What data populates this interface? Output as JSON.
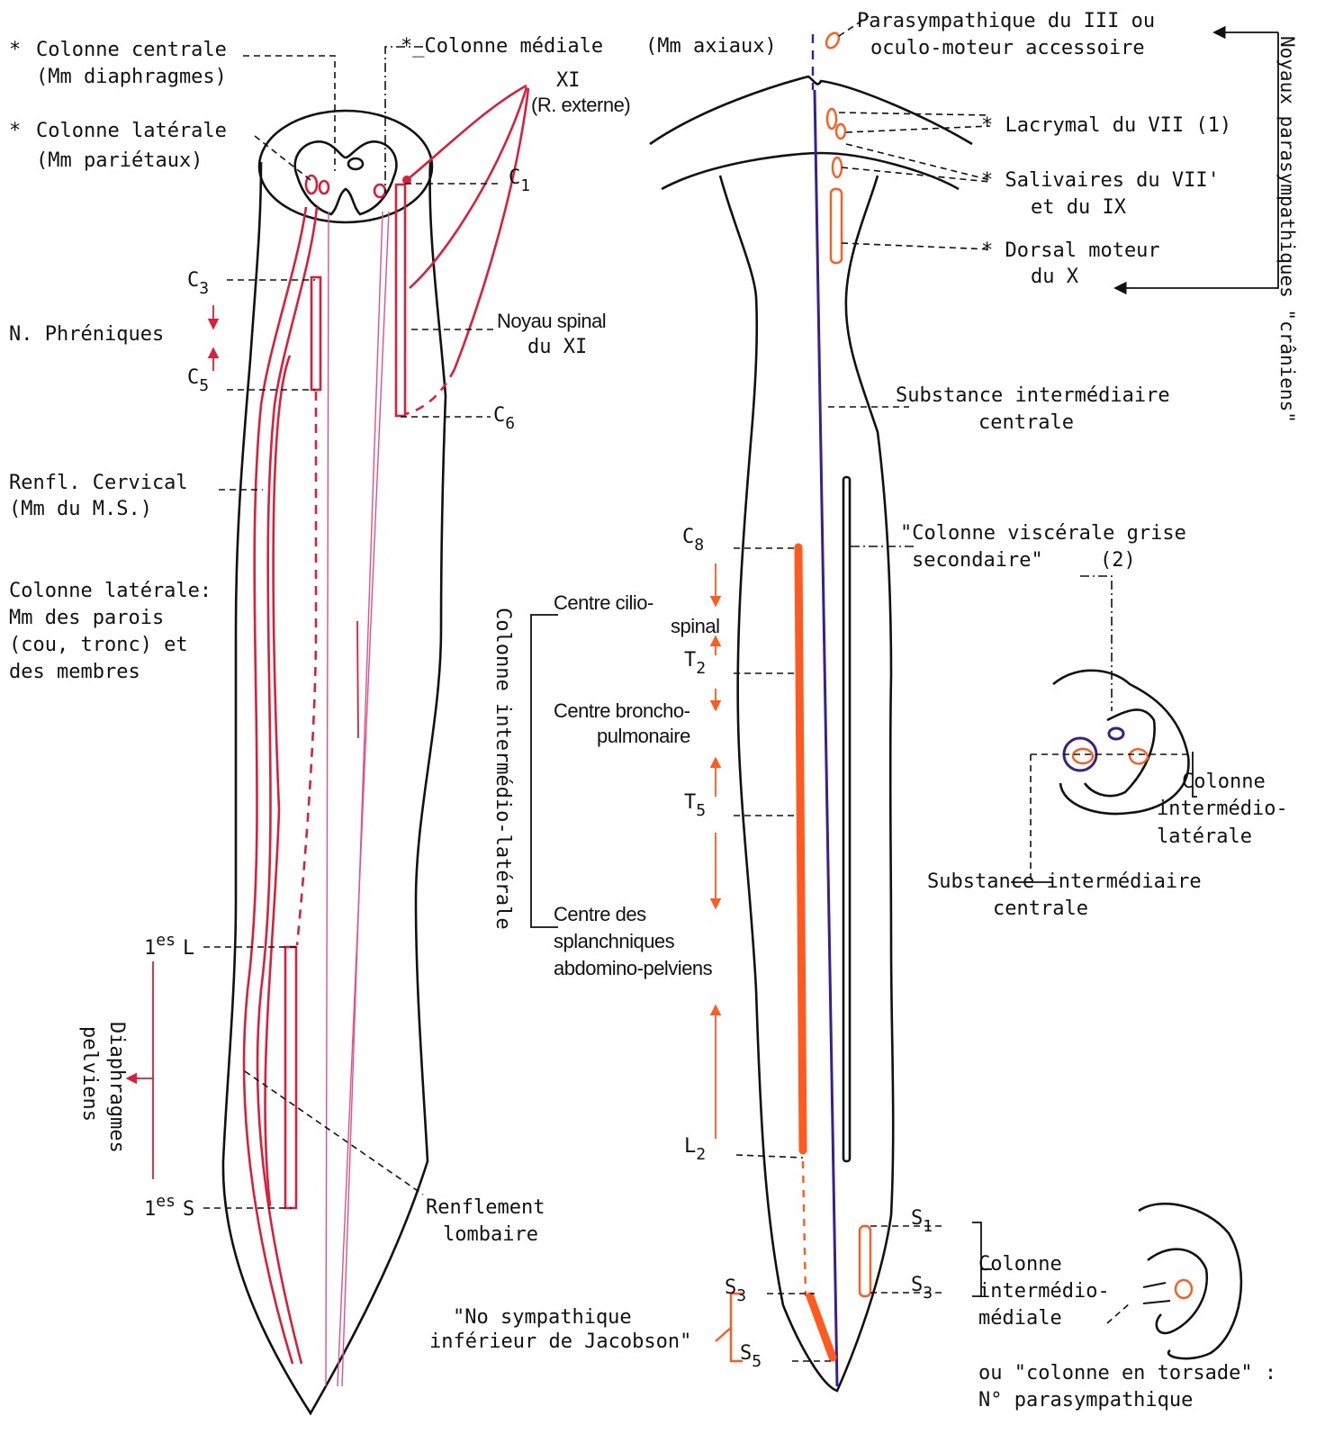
{
  "colors": {
    "somatic_red": "#d8203c",
    "tract_pink": "#e0508c",
    "visceral_orange": "#ff5a1f",
    "midline_purple": "#3b1f8c",
    "ink": "#111111"
  },
  "left": {
    "colonne_centrale": {
      "star": "*",
      "title": "Colonne centrale",
      "sub": "(Mm diaphragmes)"
    },
    "colonne_mediale": {
      "title": "*_Colonne médiale",
      "sub": "(Mm axiaux)"
    },
    "colonne_laterale": {
      "star": "*",
      "title": "Colonne latérale",
      "sub": "(Mm pariétaux)"
    },
    "nerve_xi": {
      "line1": "XI",
      "line2": "(R. externe)"
    },
    "c1": "C",
    "c1_sub": "1",
    "c3": "C",
    "c3_sub": "3",
    "c5": "C",
    "c5_sub": "5",
    "c6": "C",
    "c6_sub": "6",
    "phreniques": "N. Phréniques",
    "noyau_spinal": {
      "line1": "Noyau spinal",
      "line2": "du XI"
    },
    "renfl_cervical": {
      "line1": "Renfl. Cervical",
      "line2": "(Mm du M.S.)"
    },
    "colonne_laterale_desc": {
      "line1": "Colonne latérale:",
      "line2": "Mm des parois",
      "line3": "(cou, tronc) et",
      "line4": "des membres"
    },
    "first_l": {
      "num": "1",
      "sup": "es",
      "letter": "L"
    },
    "first_s": {
      "num": "1",
      "sup": "es",
      "letter": "S"
    },
    "diaphragmes": {
      "line1": "Diaphragmes",
      "line2": "pelviens"
    },
    "renflement_lombaire": {
      "line1": "Renflement",
      "line2": "lombaire"
    }
  },
  "middle": {
    "colonne_intermedio_laterale": "Colonne intermédio-latérale",
    "centre_cilio": {
      "line1": "Centre cilio-",
      "line2": "spinal"
    },
    "centre_broncho": {
      "line1": "Centre broncho-",
      "line2": "pulmonaire"
    },
    "centre_splanchniques": {
      "line1": "Centre des",
      "line2": "splanchniques",
      "line3": "abdomino-pelviens"
    },
    "jacobson": {
      "line1": "\"No sympathique",
      "line2": "inférieur de Jacobson\""
    },
    "c8": "C",
    "c8_sub": "8",
    "t2": "T",
    "t2_sub": "2",
    "t5": "T",
    "t5_sub": "5",
    "l2": "L",
    "l2_sub": "2",
    "s3": "S",
    "s3_sub": "3",
    "s5": "S",
    "s5_sub": "5"
  },
  "right": {
    "parasymp_iii": {
      "line1": "Parasympathique du III ou",
      "line2": "oculo-moteur accessoire"
    },
    "lacrymal": "* Lacrymal du VII (1)",
    "salivaires": {
      "line1": "* Salivaires du VII'",
      "line2": "et du  IX"
    },
    "dorsal_moteur": {
      "line1": "* Dorsal moteur",
      "line2": "du X"
    },
    "noyaux_parasymp": "Noyaux parasympathiques \"crâniens\"",
    "substance_centrale": {
      "line1": "Substance intermédiaire",
      "line2": "centrale"
    },
    "colonne_viscerale": {
      "line1": "\"Colonne viscérale grise",
      "line2": "secondaire\"",
      "note": "(2)"
    },
    "colonne_intermedio_lat": {
      "line1": "Colonne",
      "line2": "intermédio-",
      "line3": "latérale"
    },
    "substance_centrale_2": {
      "line1": "Substance intermédiaire",
      "line2": "centrale"
    },
    "s1": "S",
    "s1_sub": "1",
    "s3": "S",
    "s3_sub": "3",
    "colonne_intermedio_med": {
      "line1": "Colonne",
      "line2": "intermédio-",
      "line3": "médiale"
    },
    "torsade": {
      "line1": "ou \"colonne en torsade\" :",
      "line2": "N° parasympathique"
    }
  }
}
